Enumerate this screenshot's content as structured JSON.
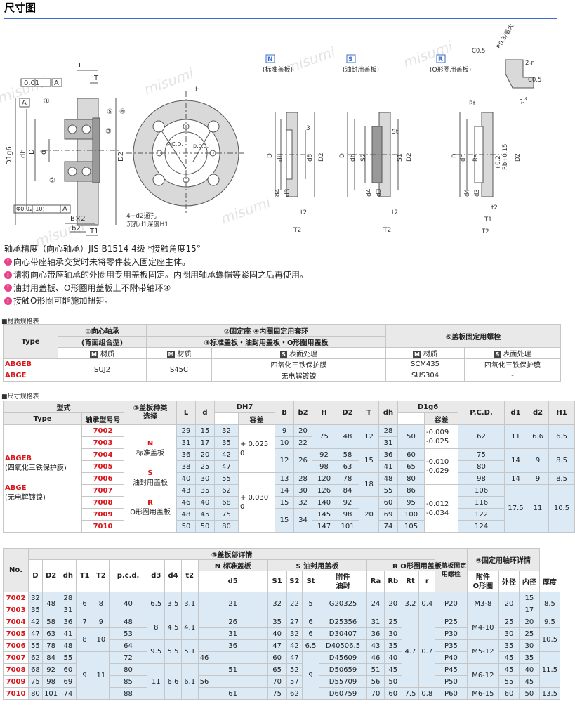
{
  "header": {
    "title": "尺寸图"
  },
  "drawing": {
    "watermarks": [
      "misumi",
      "misumi",
      "misumi",
      "misumi",
      "misumi",
      "misumi"
    ],
    "labels": {
      "tol_runout": "0.01",
      "datum_a": "A",
      "datum_a2": "A",
      "tol_perp": "Φ0.02(10)",
      "datum_a3": "A",
      "L": "L",
      "T": "T",
      "D_g6": "D1g6",
      "dh": "dh",
      "d": "d",
      "D": "D",
      "D2": "D2",
      "B2": "B×2",
      "b2": "b2",
      "T1": "T1",
      "c1": "①",
      "c2": "②",
      "c4": "④",
      "c5": "⑤",
      "c3": "③",
      "H": "H",
      "pcd": "P.C.D.",
      "pcd_small": "p.c.d.",
      "holes_line1": "4−d2通孔",
      "holes_line2": "沉孔d1深度H1",
      "n_tag": "N",
      "n_name": "(标准盖板)",
      "s_tag": "S",
      "s_name": "(油封用盖板)",
      "r_tag": "R",
      "r_name": "(O形圈用盖板)",
      "n_3": "3",
      "n_D": "D",
      "n_dh": "dh",
      "n_d5": "d5",
      "n_D2": "D2",
      "n_d4": "d4",
      "n_d3": "d3",
      "n_t2": "t2",
      "n_T2": "T2",
      "s_St": "St",
      "s_D": "D",
      "s_dh": "dh",
      "s_S2": "S2",
      "s_S1": "S1",
      "s_D2": "D2",
      "s_d4": "d4",
      "s_d3": "d3",
      "s_t2": "t2",
      "s_T2": "T2",
      "r_Rt": "Rt",
      "r_C05a": "C0.5",
      "r_R03": "R0.3/最大",
      "r_2r": "2-r",
      "r_C05b": "C0.5",
      "r_2r2": "2-r",
      "r_D": "D",
      "r_dh": "dh",
      "r_Ra": "Ra",
      "r_Rb": "Rb+0.15",
      "r_plus": "+0.2",
      "r_D2": "D2",
      "r_d4": "d4",
      "r_d3": "d3",
      "r_t2": "t2",
      "r_T1": "T1",
      "r_T2": "T2"
    }
  },
  "notes": {
    "line0": "轴承精度（向心轴承）JIS B1514 4级 *接触角度15°",
    "items": [
      "向心带座轴承交货时未将零件装入固定座主体。",
      "请将向心带座轴承的外圈用专用盖板固定。内圈用轴承螺帽等紧固之后再使用。",
      "油封用盖板、O形圈用盖板上不附带轴环④",
      "接触O形圈可能施加扭矩。"
    ]
  },
  "material_table": {
    "caption": "■材质规格表",
    "type_header": "Type",
    "col1_h1": "①向心轴承",
    "col1_h2": "(背面组合型)",
    "col2_h1": "②固定座 ④内圈固定用套环",
    "col2_h2": "③标准盖板・油封用盖板・O形圈用盖板",
    "col3_h1": "⑤盖板固定用螺栓",
    "m_label": "材质",
    "s_label": "表面处理",
    "m_mark": "M",
    "s_mark": "S",
    "rows": [
      {
        "type": "ABGEB",
        "bearing": "SUJ2",
        "holder_m": "S45C",
        "holder_s": "四氧化三铁保护膜",
        "bolt_m": "SCM435",
        "bolt_s": "四氧化三铁保护膜"
      },
      {
        "type": "ABGE",
        "bearing": "",
        "holder_m": "",
        "holder_s": "无电解镀镍",
        "bolt_m": "SUS304",
        "bolt_s": "-"
      }
    ]
  },
  "size_table": {
    "caption": "■尺寸规格表",
    "h_model": "型式",
    "h_type": "Type",
    "h_bearing": "轴承型号号",
    "h_cover": "③盖板种类",
    "h_cover2": "选择",
    "h_L": "L",
    "h_d": "d",
    "h_DH7": "DH7",
    "h_tol": "容差",
    "h_B": "B",
    "h_b2": "b2",
    "h_H": "H",
    "h_D2": "D2",
    "h_T": "T",
    "h_dh": "dh",
    "h_D1g6": "D1g6",
    "h_tol2": "容差",
    "h_pcd": "P.C.D.",
    "h_d1": "d1",
    "h_d2": "d2",
    "h_H1": "H1",
    "type1": "ABGEB",
    "type1_note": "(四氧化三铁保护膜)",
    "type2": "ABGE",
    "type2_note": "(无电解镀镍)",
    "cover_n": "N",
    "cover_n_name": "标准盖板",
    "cover_s": "S",
    "cover_s_name": "油封用盖板",
    "cover_r": "R",
    "cover_r_name": "O形圈用盖板",
    "tol_a": "+ 0.025",
    "tol_a2": "0",
    "tol_b": "+ 0.030",
    "tol_b2": "0",
    "g6a": "-0.009",
    "g6a2": "-0.025",
    "g6b": "-0.010",
    "g6b2": "-0.029",
    "g6c": "-0.012",
    "g6c2": "-0.034",
    "rows": [
      {
        "no": "7002",
        "L": "29",
        "d": "15",
        "D": "32",
        "B": "9",
        "b2": "20",
        "H": "",
        "D2": "",
        "T": "",
        "dh": "28",
        "D1": "",
        "pcd": "",
        "d1": "",
        "d2": "",
        "H1": ""
      },
      {
        "no": "7003",
        "L": "31",
        "d": "17",
        "D": "35",
        "B": "10",
        "b2": "22",
        "dh": "31"
      },
      {
        "no": "7004",
        "L": "36",
        "d": "20",
        "D": "42",
        "B": "12",
        "H": "92",
        "D2": "58",
        "dh": "36",
        "D1": "60",
        "pcd": "75"
      },
      {
        "no": "7005",
        "L": "38",
        "d": "25",
        "D": "47",
        "H": "98",
        "D2": "63",
        "dh": "41",
        "D1": "65",
        "pcd": "80"
      },
      {
        "no": "7006",
        "L": "40",
        "d": "30",
        "D": "55",
        "B": "13",
        "b2": "28",
        "H": "120",
        "D2": "78",
        "dh": "48",
        "D1": "80",
        "pcd": "98"
      },
      {
        "no": "7007",
        "L": "43",
        "d": "35",
        "D": "62",
        "B": "14",
        "b2": "30",
        "H": "126",
        "D2": "84",
        "dh": "55",
        "D1": "86",
        "pcd": "106"
      },
      {
        "no": "7008",
        "L": "46",
        "d": "40",
        "D": "68",
        "B": "15",
        "b2": "32",
        "H": "140",
        "D2": "92",
        "dh": "60",
        "D1": "95",
        "pcd": "116"
      },
      {
        "no": "7009",
        "L": "48",
        "d": "45",
        "D": "75",
        "H": "145",
        "D2": "98",
        "dh": "69",
        "D1": "100",
        "pcd": "122"
      },
      {
        "no": "7010",
        "L": "50",
        "d": "50",
        "D": "80",
        "H": "147",
        "D2": "101",
        "dh": "74",
        "D1": "105",
        "pcd": "124"
      }
    ],
    "merged": {
      "H_a": "75",
      "D2_a": "48",
      "T_a": "12",
      "D1_a": "50",
      "pcd_a": "62",
      "d1_a": "11",
      "d2_a": "6.6",
      "H1_a": "6.5",
      "b2_b": "26",
      "T_b": "15",
      "d1_b": "14",
      "d2_b": "9",
      "H1_b": "8.5",
      "T_c": "18",
      "b2_c": "34",
      "T_d": "20",
      "d1_c": "17.5",
      "d2_c": "11",
      "H1_c": "10.5"
    }
  },
  "cover_table": {
    "h_no": "No.",
    "h_cover_detail": "③盖板部详情",
    "h_N": "N 标准盖板",
    "h_S": "S 油封用盖板",
    "h_R": "R O形圈用盖板",
    "h_bolt": "⑤盖板固定用螺栓",
    "h_collar": "④固定用轴环详情",
    "cols": {
      "D": "D",
      "D2": "D2",
      "dh": "dh",
      "T1": "T1",
      "T2": "T2",
      "pcd": "p.c.d.",
      "d3": "d3",
      "d4": "d4",
      "t2": "t2",
      "d5": "d5",
      "S1": "S1",
      "S2": "S2",
      "St": "St",
      "seal1": "附件",
      "seal2": "油封",
      "Ra": "Ra",
      "Rb": "Rb",
      "Rt": "Rt",
      "r": "r",
      "oring1": "附件",
      "oring2": "O形圈",
      "od": "外径",
      "id": "内径",
      "thk": "厚度"
    },
    "rows": [
      {
        "no": "7002",
        "D": "32",
        "dh": "28",
        "d5": "21",
        "S1": "32",
        "S2": "22",
        "St": "5",
        "seal": "G20325",
        "Ra": "24",
        "Rb": "20",
        "Rt": "3.2",
        "r": "0.4",
        "oring": "P20",
        "bolt": "M3-8",
        "od": "20",
        "id": "15"
      },
      {
        "no": "7003",
        "D": "35",
        "dh": "31",
        "id": "17"
      },
      {
        "no": "7004",
        "D": "42",
        "D2": "58",
        "dh": "36",
        "T1": "7",
        "T2": "9",
        "pcd": "48",
        "d5": "26",
        "S1": "35",
        "S2": "27",
        "St": "6",
        "seal": "D25356",
        "Ra": "31",
        "Rb": "25",
        "oring": "P25",
        "od": "25",
        "id": "20",
        "thk": "9.5"
      },
      {
        "no": "7005",
        "D": "47",
        "D2": "63",
        "dh": "41",
        "pcd": "53",
        "d5": "31",
        "S1": "40",
        "S2": "32",
        "seal": "D30407",
        "Ra": "36",
        "Rb": "30",
        "oring": "P30",
        "od": "30",
        "id": "25"
      },
      {
        "no": "7006",
        "D": "55",
        "D2": "78",
        "dh": "48",
        "pcd": "64",
        "d5": "36",
        "S1": "47",
        "S2": "42",
        "St": "6.5",
        "seal": "D40506.5",
        "Ra": "43",
        "Rb": "35",
        "oring": "P35",
        "od": "35",
        "id": "30"
      },
      {
        "no": "7007",
        "D": "62",
        "D2": "84",
        "dh": "55",
        "pcd": "72",
        "d5": "46",
        "S1": "60",
        "S2": "47",
        "seal": "D45609",
        "Ra": "46",
        "Rb": "40",
        "oring": "P40",
        "od": "45",
        "id": "35"
      },
      {
        "no": "7008",
        "D": "68",
        "D2": "92",
        "dh": "60",
        "pcd": "80",
        "d5": "51",
        "S1": "65",
        "S2": "52",
        "seal": "D50659",
        "Ra": "51",
        "Rb": "45",
        "oring": "P45",
        "od": "45",
        "id": "40"
      },
      {
        "no": "7009",
        "D": "75",
        "D2": "98",
        "dh": "69",
        "pcd": "85",
        "d5": "56",
        "S1": "70",
        "S2": "57",
        "seal": "D55709",
        "Ra": "56",
        "Rb": "50",
        "oring": "P50",
        "od": "55",
        "id": "45"
      },
      {
        "no": "7010",
        "D": "80",
        "D2": "101",
        "dh": "74",
        "T1": "11",
        "T2": "13",
        "pcd": "88",
        "d5": "61",
        "S1": "75",
        "S2": "62",
        "seal": "D60759",
        "Ra": "70",
        "Rb": "60",
        "Rt": "7.5",
        "r": "0.8",
        "oring": "P60",
        "bolt": "M6-15",
        "od": "60",
        "id": "50",
        "thk": "13.5"
      }
    ],
    "merged": {
      "D2_a": "48",
      "T1_a": "6",
      "T2_a": "8",
      "pcd_a": "40",
      "d3_a": "6.5",
      "d4_a": "3.5",
      "t2_a": "3.1",
      "thk_a": "8.5",
      "T1_b": "8",
      "T2_b": "10",
      "d3_b": "8",
      "d4_b": "4.5",
      "t2_b": "4.1",
      "bolt_b": "M4-10",
      "thk_b": "10.5",
      "d3_c": "9.5",
      "d4_c": "5.5",
      "t2_c": "5.1",
      "bolt_c": "M5-12",
      "T1_c": "9",
      "T2_c": "11",
      "d3_d": "11",
      "d4_d": "6.6",
      "t2_d": "6.1",
      "bolt_d": "M6-12",
      "thk_c": "11.5",
      "St_b": "9",
      "Rt_a": "4.7",
      "r_a": "0.7"
    }
  }
}
